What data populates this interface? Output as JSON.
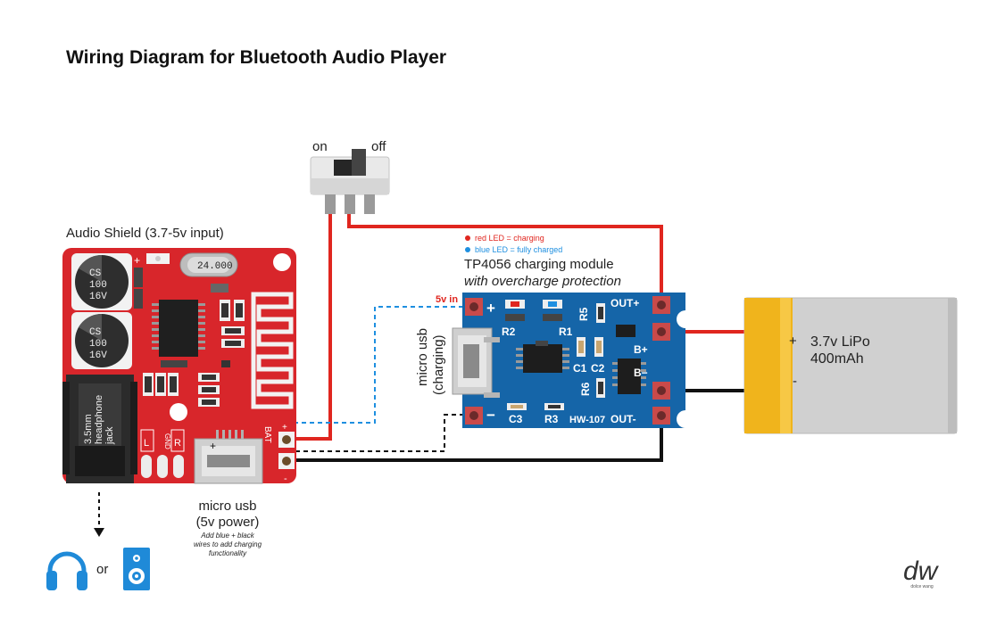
{
  "title": "Wiring Diagram for Bluetooth Audio Player",
  "switch": {
    "on_label": "on",
    "off_label": "off"
  },
  "audio_shield": {
    "label": "Audio Shield (3.7-5v input)",
    "cap1": [
      "CS",
      "100",
      "16V"
    ],
    "cap2": [
      "CS",
      "100",
      "16V"
    ],
    "crystal": "24.000",
    "jack_label": [
      "3.5mm",
      "headphone",
      "jack"
    ],
    "pin_l": "L",
    "pin_gnd": "GND",
    "pin_r": "R",
    "bat_label": "BAT",
    "plus_label": "+",
    "minus_label": "-",
    "usb_plus": "+"
  },
  "micro_usb_power": {
    "line1": "micro usb",
    "line2": "(5v power)",
    "note1": "Add blue + black",
    "note2": "wires to add charging",
    "note3": "functionality"
  },
  "output": {
    "or_label": "or"
  },
  "tp4056": {
    "legend_red": "red LED = charging",
    "legend_blue": "blue LED = fully charged",
    "title": "TP4056 charging module",
    "subtitle": "with overcharge protection",
    "input_label": "5v in",
    "usb_line1": "micro usb",
    "usb_line2": "(charging)",
    "plus": "+",
    "minus": "−",
    "r2": "R2",
    "r1": "R1",
    "r5": "R5",
    "c1": "C1",
    "c2": "C2",
    "r6": "R6",
    "c3": "C3",
    "r3": "R3",
    "model": "HW-107",
    "out_plus": "OUT+",
    "b_plus": "B+",
    "b_minus": "B−",
    "out_minus": "OUT-"
  },
  "battery": {
    "plus": "+",
    "minus": "-",
    "line1": "3.7v LiPo",
    "line2": "400mAh"
  },
  "signature": {
    "logo_text": "dw",
    "caption": "dolce wang"
  },
  "colors": {
    "board_red": "#d8262b",
    "board_blue": "#1565a8",
    "wire_red": "#e0261f",
    "wire_black": "#111111",
    "wire_blue": "#1e8fe0",
    "battery_gold": "#f0b41c",
    "battery_body": "#d0d0d0",
    "icon_blue": "#1f8ad8"
  }
}
